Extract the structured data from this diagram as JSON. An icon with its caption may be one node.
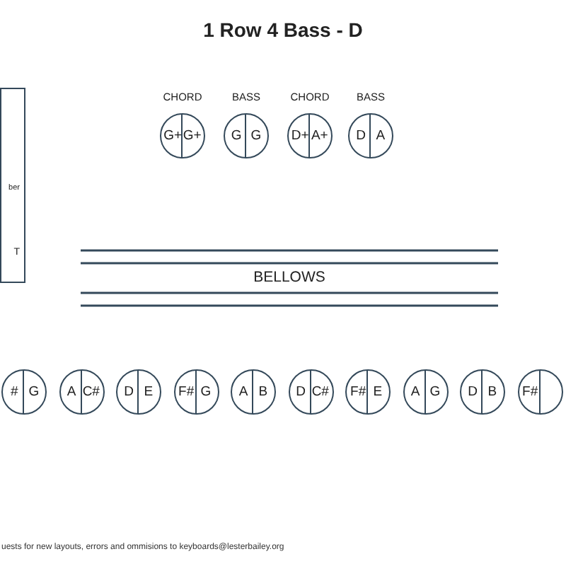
{
  "diagram": {
    "title": "1 Row 4 Bass - D",
    "nodes": [
      {
        "text": [
          "ber",
          "T"
        ]
      },
      {
        "text": [
          "G+",
          "G+"
        ],
        "beside": [
          "CHORD"
        ]
      },
      {
        "text": [
          "G",
          "G"
        ],
        "beside": [
          "BASS"
        ]
      },
      {
        "text": [
          "D+",
          "A+"
        ],
        "beside": [
          "CHORD"
        ]
      },
      {
        "text": [
          "D",
          "A"
        ],
        "beside": [
          "BASS"
        ]
      },
      {
        "text": [
          "BELLOWS"
        ]
      },
      {
        "text": [
          "#",
          "G"
        ]
      },
      {
        "text": [
          "A",
          "C#"
        ]
      },
      {
        "text": [
          "D",
          "E"
        ]
      },
      {
        "text": [
          "F#",
          "G"
        ]
      },
      {
        "text": [
          "A",
          "B"
        ]
      },
      {
        "text": [
          "D",
          "C#"
        ]
      },
      {
        "text": [
          "F#",
          "E"
        ]
      },
      {
        "text": [
          "A",
          "G"
        ]
      },
      {
        "text": [
          "D",
          "B"
        ]
      },
      {
        "text": [
          "F#"
        ]
      }
    ],
    "edges": [],
    "labels": [
      "uests for new layouts, errors and ommisions to keyboards@lesterbailey.org"
    ]
  }
}
